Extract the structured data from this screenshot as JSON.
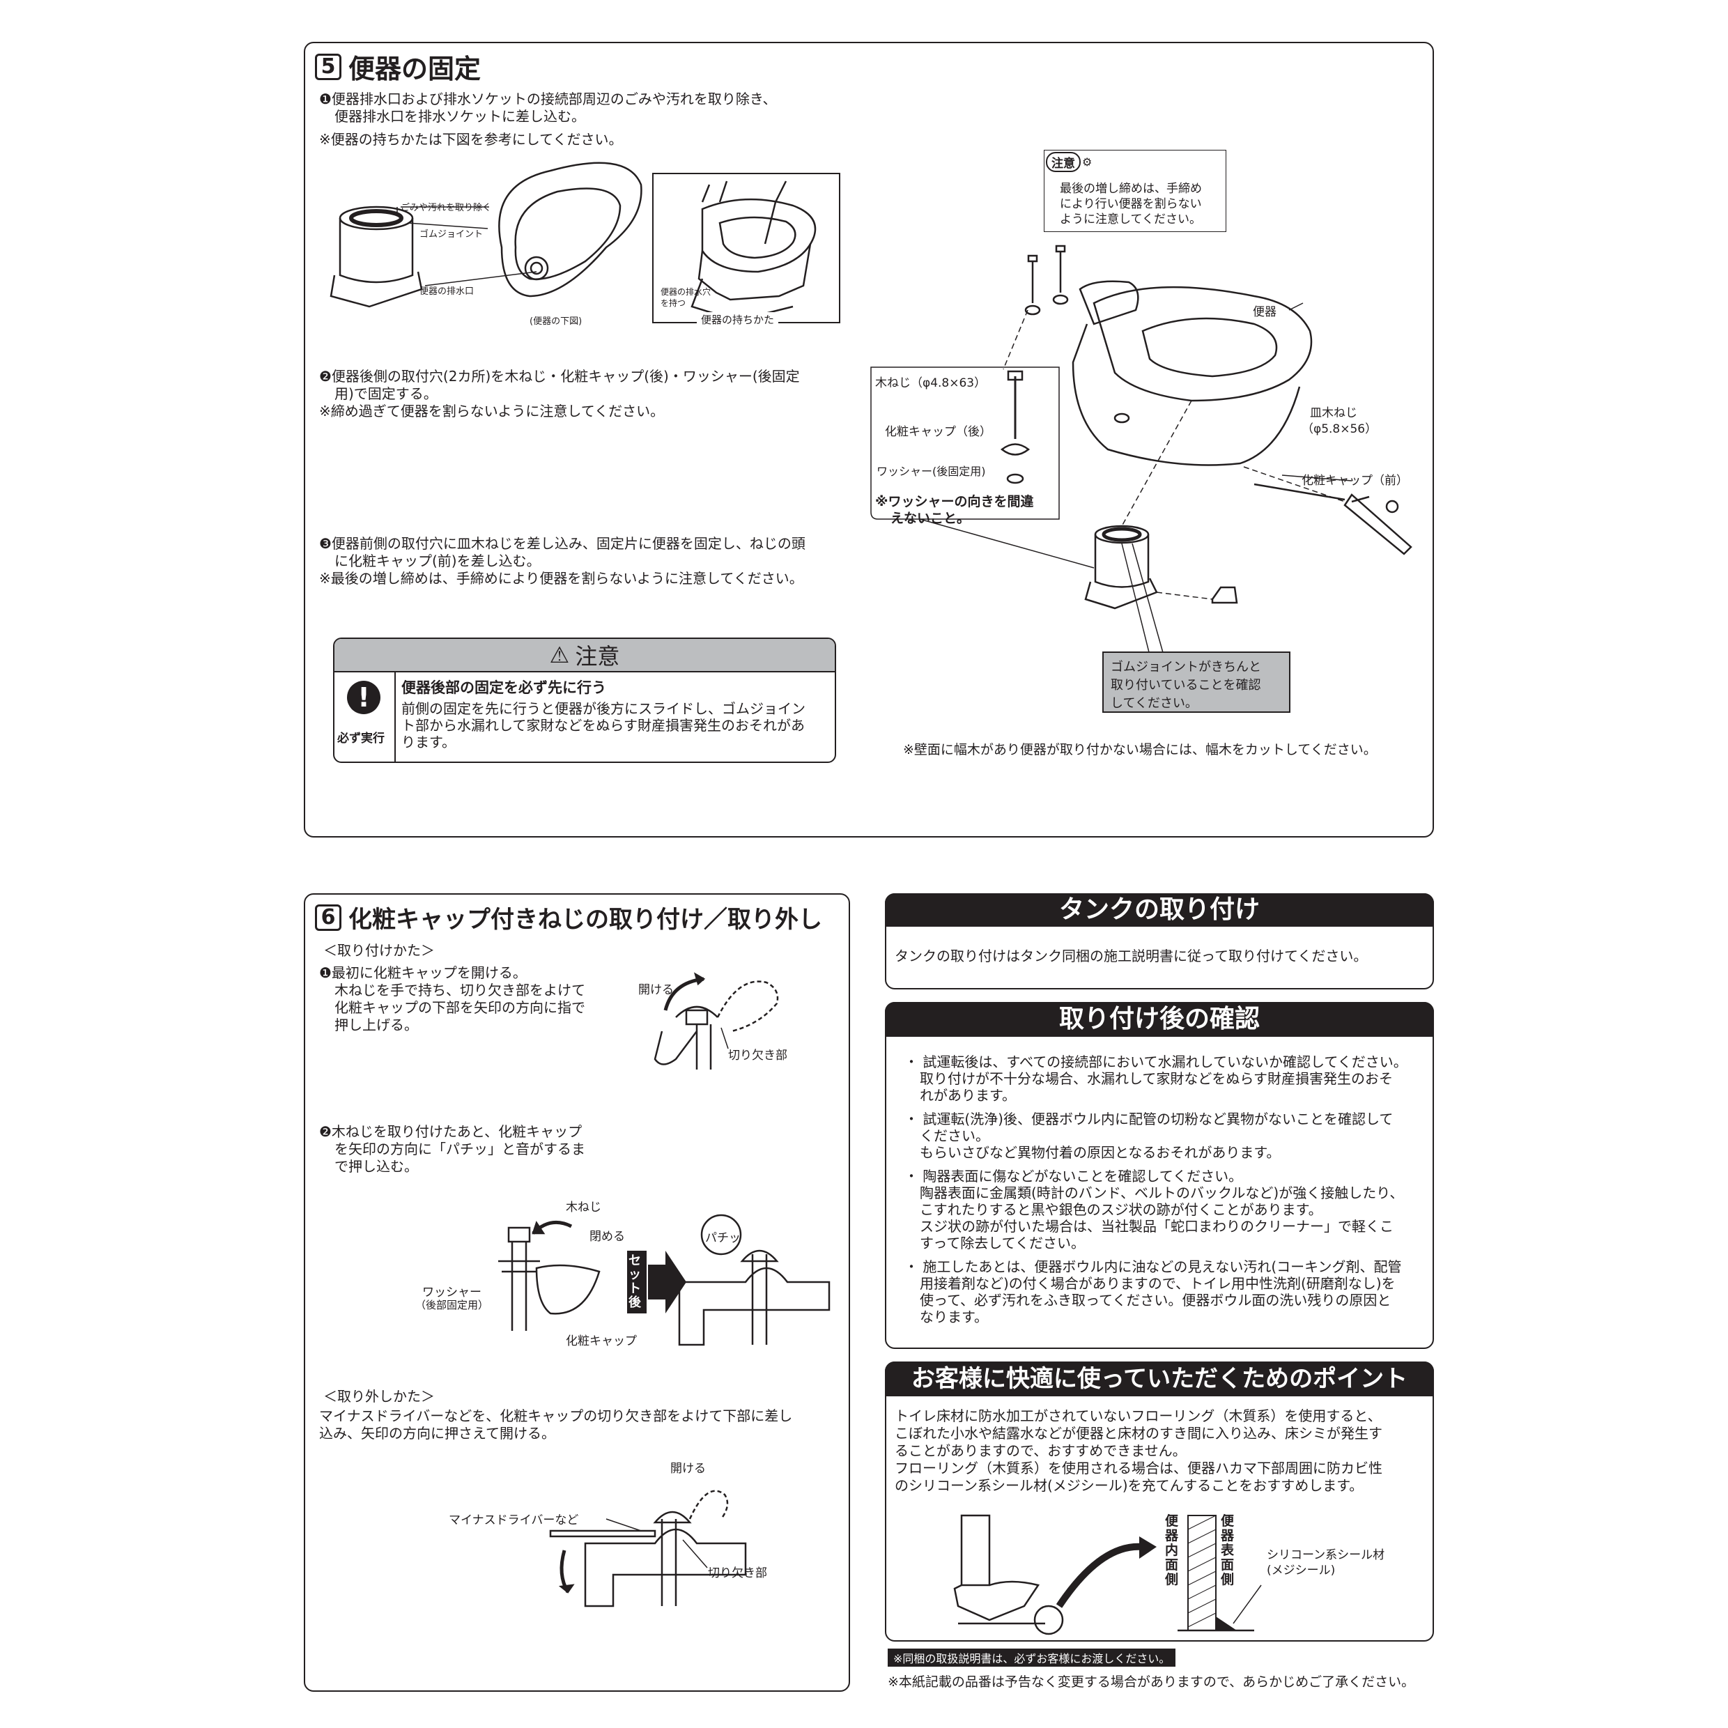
{
  "section5": {
    "number": "5",
    "title": "便器の固定",
    "step1": [
      "❶便器排水口および排水ソケットの接続部周辺のごみや汚れを取り除き、",
      "便器排水口を排水ソケットに差し込む。"
    ],
    "note1": "※便器の持ちかたは下図を参考にしてください。",
    "fig_labels": {
      "dirt": "ごみや汚れを取り除く",
      "gasket": "ゴムジョイント",
      "outlet": "便器の排水口",
      "underside": "(便器の下図)",
      "hold_hole": [
        "便器の排水穴",
        "を持つ"
      ],
      "how_to_hold": "便器の持ちかた"
    },
    "step2": [
      "❷便器後側の取付穴(2カ所)を木ねじ・化粧キャップ(後)・ワッシャー(後固定",
      "用)で固定する。"
    ],
    "note2": "※締め過ぎて便器を割らないように注意してください。",
    "step3": [
      "❸便器前側の取付穴に皿木ねじを差し込み、固定片に便器を固定し、ねじの頭",
      "に化粧キャップ(前)を差し込む。"
    ],
    "note3": "※最後の増し締めは、手締めにより便器を割らないように注意してください。",
    "caution_header": "注意",
    "caution_icon_label": "必ず実行",
    "caution_title": "便器後部の固定を必ず先に行う",
    "caution_body": [
      "前側の固定を先に行うと便器が後方にスライドし、ゴムジョイン",
      "ト部から水漏れして家財などをぬらす財産損害発生のおそれがあ",
      "ります。"
    ],
    "attention_tag": "注意",
    "attention_text": [
      "最後の増し締めは、手締め",
      "により行い便器を割らない",
      "ように注意してください。"
    ],
    "diagram_labels": {
      "toilet": "便器",
      "wood_screw": "木ねじ（φ4.8×63）",
      "cap_rear": "化粧キャップ（後）",
      "washer": "ワッシャー(後固定用)",
      "washer_note": [
        "※ワッシャーの向きを間違",
        "えないこと。"
      ],
      "flat_screw": [
        "皿木ねじ",
        "（φ5.8×56）"
      ],
      "cap_front": "化粧キャップ（前）",
      "gasket_note": [
        "ゴムジョイントがきちんと",
        "取り付いていることを確認",
        "してください。"
      ]
    },
    "baseboard_note": "※壁面に幅木があり便器が取り付かない場合には、幅木をカットしてください。"
  },
  "section6": {
    "number": "6",
    "title": "化粧キャップ付きねじの取り付け／取り外し",
    "attach_head": "＜取り付けかた＞",
    "attach_step1": [
      "❶最初に化粧キャップを開ける。",
      "木ねじを手で持ち、切り欠き部をよけて",
      "化粧キャップの下部を矢印の方向に指で",
      "押し上げる。"
    ],
    "fig1_open": "開ける",
    "fig1_notch": "切り欠き部",
    "attach_step2": [
      "❷木ねじを取り付けたあと、化粧キャップ",
      "を矢印の方向に「パチッ」と音がするま",
      "で押し込む。"
    ],
    "fig2_screw": "木ねじ",
    "fig2_close": "閉める",
    "fig2_washer": [
      "ワッシャー",
      "（後部固定用）"
    ],
    "fig2_cap": "化粧キャップ",
    "fig2_set": "セット後",
    "fig2_snap": "パチッ",
    "remove_head": "＜取り外しかた＞",
    "remove_text": [
      "マイナスドライバーなどを、化粧キャップの切り欠き部をよけて下部に差し",
      "込み、矢印の方向に押さえて開ける。"
    ],
    "fig3_open": "開ける",
    "fig3_driver": "マイナスドライバーなど",
    "fig3_notch": "切り欠き部"
  },
  "tank": {
    "title": "タンクの取り付け",
    "text": "タンクの取り付けはタンク同梱の施工説明書に従って取り付けてください。"
  },
  "check": {
    "title": "取り付け後の確認",
    "items": [
      [
        "・ 試運転後は、すべての接続部において水漏れしていないか確認してください。",
        "取り付けが不十分な場合、水漏れして家財などをぬらす財産損害発生のおそ",
        "れがあります。"
      ],
      [
        "・ 試運転(洗浄)後、便器ボウル内に配管の切粉など異物がないことを確認して",
        "ください。",
        "もらいさびなど異物付着の原因となるおそれがあります。"
      ],
      [
        "・ 陶器表面に傷などがないことを確認してください。",
        "陶器表面に金属類(時計のバンド、ベルトのバックルなど)が強く接触したり、",
        "こすれたりすると黒や銀色のスジ状の跡が付くことがあります。",
        "スジ状の跡が付いた場合は、当社製品「蛇口まわりのクリーナー」で軽くこ",
        "すって除去してください。"
      ],
      [
        "・ 施工したあとは、便器ボウル内に油などの見えない汚れ(コーキング剤、配管",
        "用接着剤など)の付く場合がありますので、トイレ用中性洗剤(研磨剤なし)を",
        "使って、必ず汚れをふき取ってください。便器ボウル面の洗い残りの原因と",
        "なります。"
      ]
    ]
  },
  "tips": {
    "title": "お客様に快適に使っていただくためのポイント",
    "text": [
      "トイレ床材に防水加工がされていないフローリング（木質系）を使用すると、",
      "こぼれた小水や結露水などが便器と床材のすき間に入り込み、床シミが発生す",
      "ることがありますので、おすすめできません。",
      "フローリング（木質系）を使用される場合は、便器ハカマ下部周囲に防カビ性",
      "のシリコーン系シール材(メジシール)を充てんすることをおすすめします。"
    ],
    "label_inner": "便器内面側",
    "label_surface": "便器表面側",
    "label_sealant": [
      "シリコーン系シール材",
      "(メジシール)"
    ]
  },
  "footer": {
    "manual_note": "※同梱の取扱説明書は、必ずお客様にお渡しください。",
    "change_note": "※本紙記載の品番は予告なく変更する場合がありますので、あらかじめご了承ください。"
  }
}
